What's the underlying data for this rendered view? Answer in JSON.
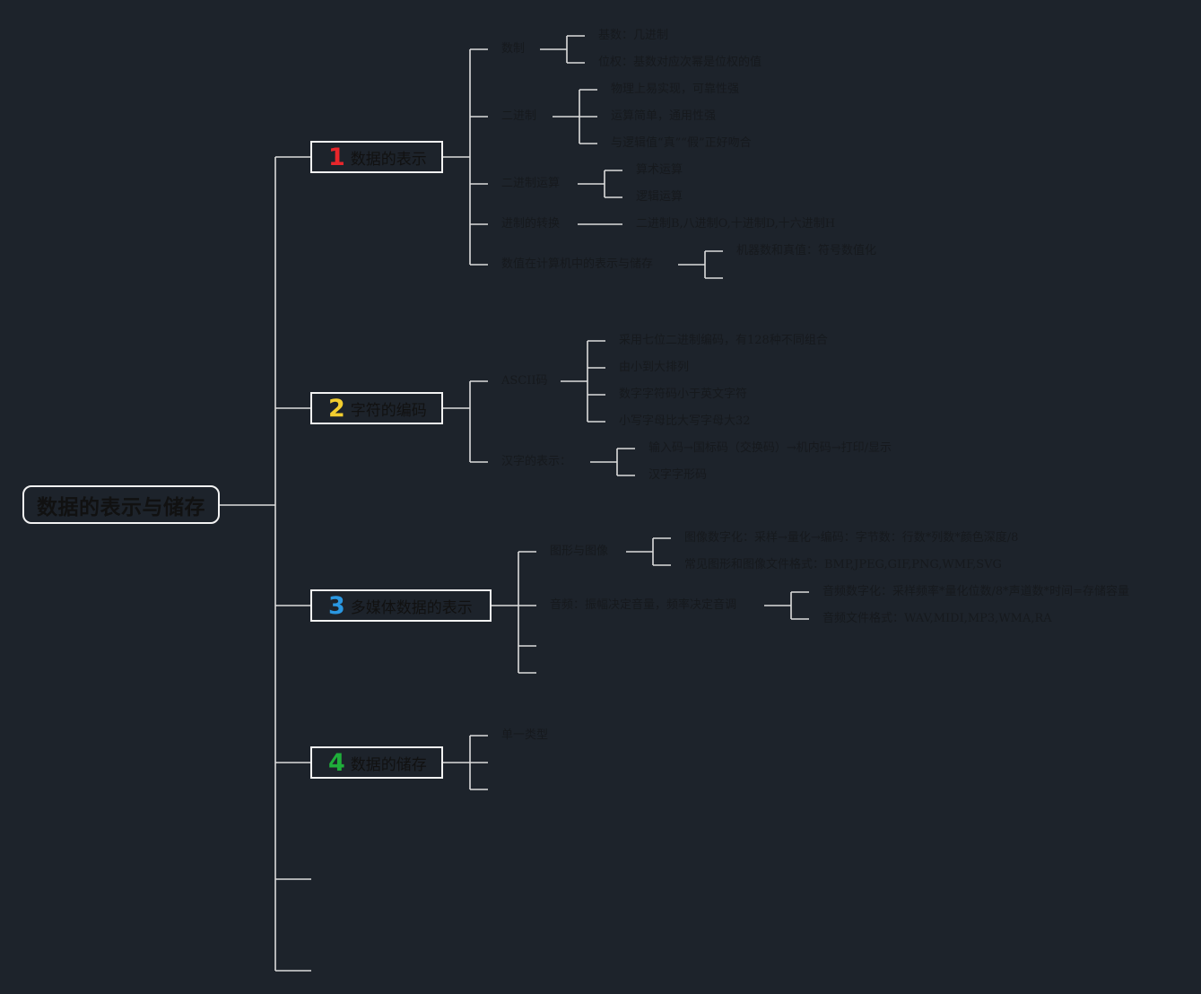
{
  "root": {
    "label": "数据的表示与储存"
  },
  "colors": {
    "line": "#dcdcdc",
    "background": "#1d232b",
    "n1": "#e8262b",
    "n2": "#f3ce2f",
    "n3": "#2a97e1",
    "n4": "#1fae3a"
  },
  "topics": [
    {
      "num": "1",
      "label": "数据的表示",
      "items": [
        {
          "label": "数制",
          "subs": [
            "基数：几进制",
            "位权：基数对应次幂是位权的值"
          ]
        },
        {
          "label": "二进制",
          "subs": [
            "物理上易实现，可靠性强",
            "运算简单，通用性强",
            "与逻辑值“真”“假”正好吻合"
          ]
        },
        {
          "label": "二进制运算",
          "subs": [
            "算术运算",
            "逻辑运算"
          ]
        },
        {
          "label": "进制的转换",
          "subs": [
            "二进制B,八进制O,十进制D,十六进制H"
          ]
        },
        {
          "label": "数值在计算机中的表示与储存",
          "subs": [
            "机器数和真值：符号数值化"
          ]
        }
      ]
    },
    {
      "num": "2",
      "label": "字符的编码",
      "items": [
        {
          "label": "ASCII码",
          "subs": [
            "采用七位二进制编码，有128种不同组合",
            "由小到大排列",
            "数字字符码小于英文字符",
            "小写字母比大写字母大32"
          ]
        },
        {
          "label": "汉字的表示：",
          "subs": [
            "输入码→国标码（交换码）→机内码→打印/显示",
            "汉字字形码"
          ]
        }
      ]
    },
    {
      "num": "3",
      "label": "多媒体数据的表示",
      "items": [
        {
          "label": "图形与图像",
          "subs": [
            "图像数字化：采样→量化→编码：字节数：行数*列数*颜色深度/8",
            "常见图形和图像文件格式：BMP,JPEG,GIF,PNG,WMF,SVG"
          ]
        },
        {
          "label": "音频：振幅决定音量，频率决定音调",
          "subs": [
            "音频数字化：采样频率*量化位数/8*声道数*时间=存储容量",
            "音频文件格式：WAV,MIDI,MP3,WMA,RA"
          ]
        }
      ]
    },
    {
      "num": "4",
      "label": "数据的储存",
      "items": [
        {
          "label": "单一类型",
          "subs": []
        }
      ]
    }
  ]
}
